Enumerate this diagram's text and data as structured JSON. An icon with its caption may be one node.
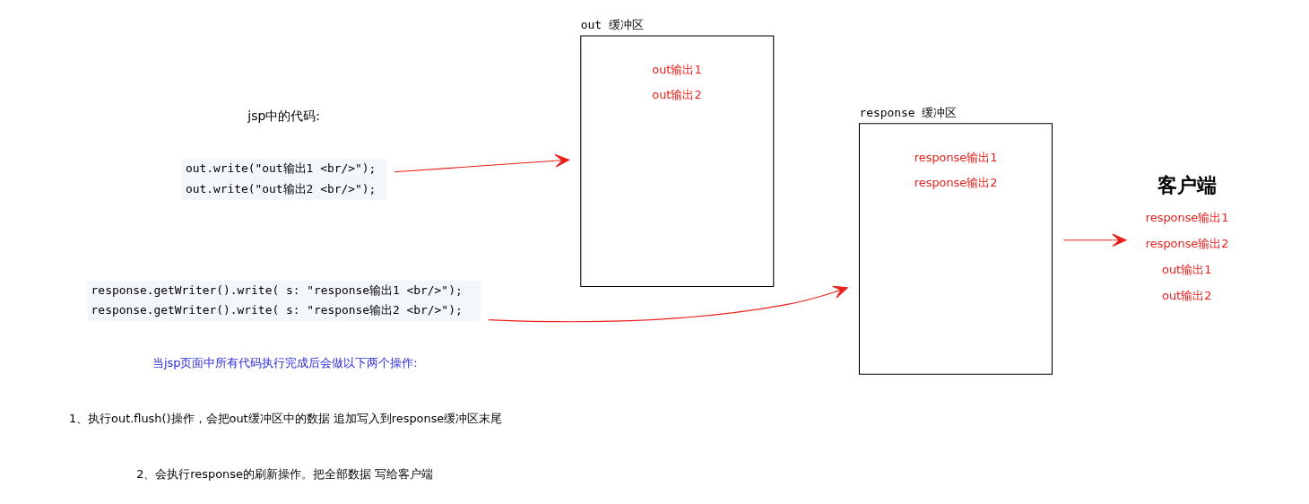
{
  "diagram": {
    "nodes": [
      {
        "text": [
          "out.write(\"out输出1 <br/>\");",
          "out.write(\"out输出2 <br/>\");"
        ]
      },
      {
        "text": [
          "response.getWriter().write( s: \"response输出1 <br/>\");",
          "response.getWriter().write( s: \"response输出2 <br/>\");"
        ]
      },
      {
        "text": [
          "out 缓冲区",
          "out输出1",
          "out输出2"
        ]
      },
      {
        "text": [
          "response 缓冲区",
          "response输出1",
          "response输出2"
        ]
      },
      {
        "text": [
          "客户端",
          "response输出1",
          "response输出2",
          "out输出1",
          "out输出2"
        ]
      }
    ],
    "edges": [
      {
        "from": 0,
        "to": 2,
        "arrow": "to"
      },
      {
        "from": 1,
        "to": 3,
        "arrow": "to"
      },
      {
        "from": 3,
        "to": 4,
        "arrow": "to"
      }
    ],
    "labels": [
      "jsp中的代码:",
      "当jsp页面中所有代码执行完成后会做以下两个操作:",
      "1、执行out.flush()操作，会把out缓冲区中的数据 追加写入到response缓冲区末尾",
      "2、会执行response的刷新操作。把全部数据 写给客户端"
    ]
  }
}
